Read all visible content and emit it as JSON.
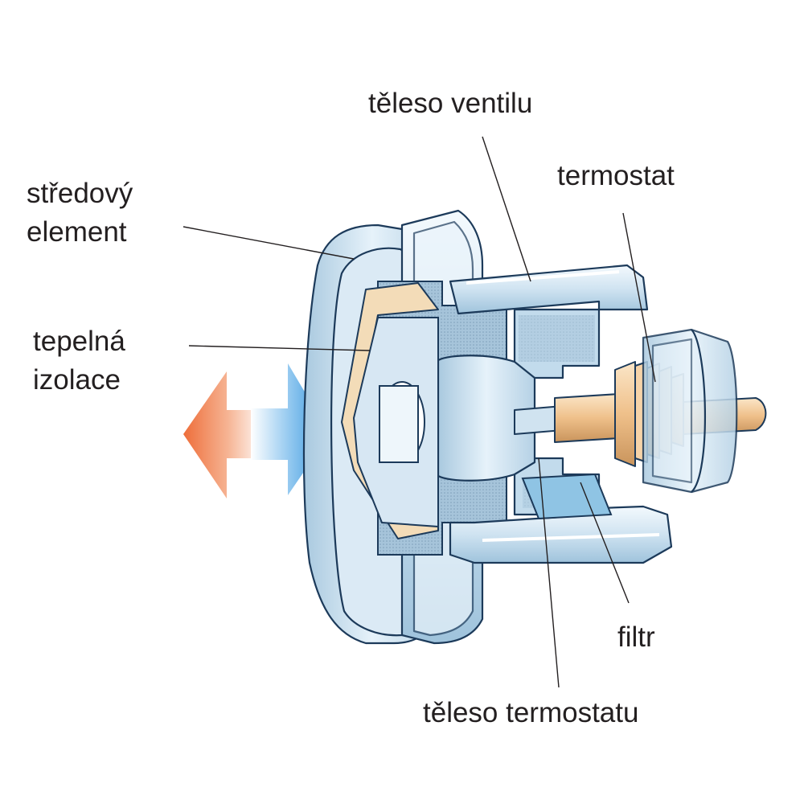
{
  "labels": {
    "valve_body": "těleso ventilu",
    "thermostat": "termostat",
    "center_element_line1": "středový",
    "center_element_line2": "element",
    "insulation_line1": "tepelná",
    "insulation_line2": "izolace",
    "filter": "filtr",
    "thermostat_body": "těleso termostatu"
  },
  "colors": {
    "outline": "#1c3a5a",
    "metal_light": "#e8f3fa",
    "metal_mid": "#b9d5e8",
    "metal_dark": "#7ea7c6",
    "insulation": "#f3dcb8",
    "spring": "#f1c99a",
    "arrow_hot": "#ee7a4a",
    "arrow_cold": "#3b9be0",
    "label_text": "#231f20"
  }
}
